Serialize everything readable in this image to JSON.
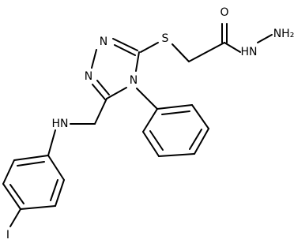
{
  "molecule": {
    "atoms": {
      "oxygen": "O",
      "hydrazide_n": "HN",
      "hydrazide_nh2": "NH₂",
      "sulfur": "S",
      "ring_n1": "N",
      "ring_n2": "N",
      "ring_n4": "N",
      "amine_nh": "HN",
      "iodine": "I"
    }
  }
}
